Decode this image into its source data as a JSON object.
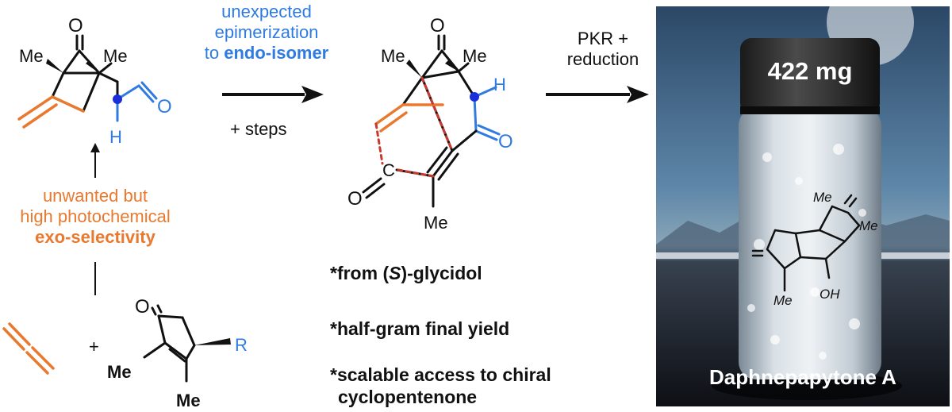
{
  "colors": {
    "orange": "#e8792f",
    "blue": "#2f7be0",
    "red_dashed": "#c73a2e",
    "black": "#111111"
  },
  "start_material": {
    "atom_O": "O",
    "atom_Me_left": "Me",
    "atom_Me_right": "Me",
    "atom_H": "H",
    "aldehyde_O": "O"
  },
  "photochem_note": {
    "line1": "unwanted but",
    "line2": "high photochemical",
    "line3": "exo-selectivity"
  },
  "reagents": {
    "plus": "+",
    "enone_O": "O",
    "enone_Me_left": "Me",
    "enone_Me_bottom": "Me",
    "enone_R": "R"
  },
  "step1": {
    "line1": "unexpected",
    "line2": "epimerization",
    "line3_prefix": "to ",
    "line3_bold": "endo-isomer",
    "below": "+ steps"
  },
  "intermediate": {
    "atom_O_top": "O",
    "atom_Me_left": "Me",
    "atom_Me_right": "Me",
    "atom_H": "H",
    "ketone_O": "O",
    "ketene_C": "C",
    "ketene_O": "O",
    "alkyne_Me": "Me"
  },
  "notes": {
    "note1_prefix": "*from (",
    "note1_italic": "S",
    "note1_suffix": ")-glycidol",
    "note2": "*half-gram final yield",
    "note3_line1": "*scalable access to chiral",
    "note3_line2": "cyclopentenone"
  },
  "step2": {
    "line1": "PKR +",
    "line2": "reduction"
  },
  "photo": {
    "amount": "422 mg",
    "caption": "Daphnepapytone A",
    "drawn_Me_top": "Me",
    "drawn_Me_right": "Me",
    "drawn_Me_bottom": "Me",
    "drawn_OH": "OH"
  }
}
